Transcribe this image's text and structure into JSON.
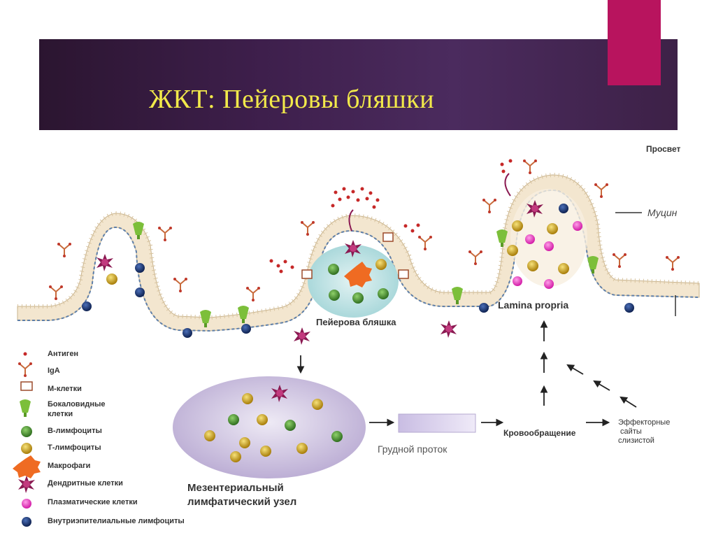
{
  "slide": {
    "title": "ЖКТ: Пейеровы бляшки",
    "colors": {
      "banner": "#3e1f4c",
      "title_text": "#f2e94a",
      "accent": "#b8145e",
      "epithelium": "#f3e6cf",
      "patch": "#c9e6e6",
      "lymph_node": "#d9cfe6"
    }
  },
  "diagram": {
    "labels": {
      "lumen": "Просвет",
      "mucin": "Муцин",
      "lamina_propria": "Lamina propria",
      "peyer_patch": "Пейерова бляшка",
      "mesenteric_node": "Мезентериальный\nлимфатический узел",
      "thoracic_duct": "Грудной проток",
      "circulation": "Кровообращение",
      "effector_sites": "Эффекторные\n сайты\nслизистой"
    },
    "legend": [
      {
        "label": "Антиген",
        "icon": "antigen-icon"
      },
      {
        "label": "IgA",
        "icon": "iga-icon"
      },
      {
        "label": "М-клетки",
        "icon": "m-cell-icon"
      },
      {
        "label": "Бокаловидные\nклетки",
        "icon": "goblet-cell-icon"
      },
      {
        "label": "В-лимфоциты",
        "icon": "b-lymphocyte-icon"
      },
      {
        "label": "Т-лимфоциты",
        "icon": "t-lymphocyte-icon"
      },
      {
        "label": "Макрофаги",
        "icon": "macrophage-icon"
      },
      {
        "label": "Дендритные клетки",
        "icon": "dendritic-cell-icon"
      },
      {
        "label": "Плазматические клетки",
        "icon": "plasma-cell-icon"
      },
      {
        "label": "Внутриэпителиальные лимфоциты",
        "icon": "intraepithelial-lymphocyte-icon"
      }
    ]
  }
}
